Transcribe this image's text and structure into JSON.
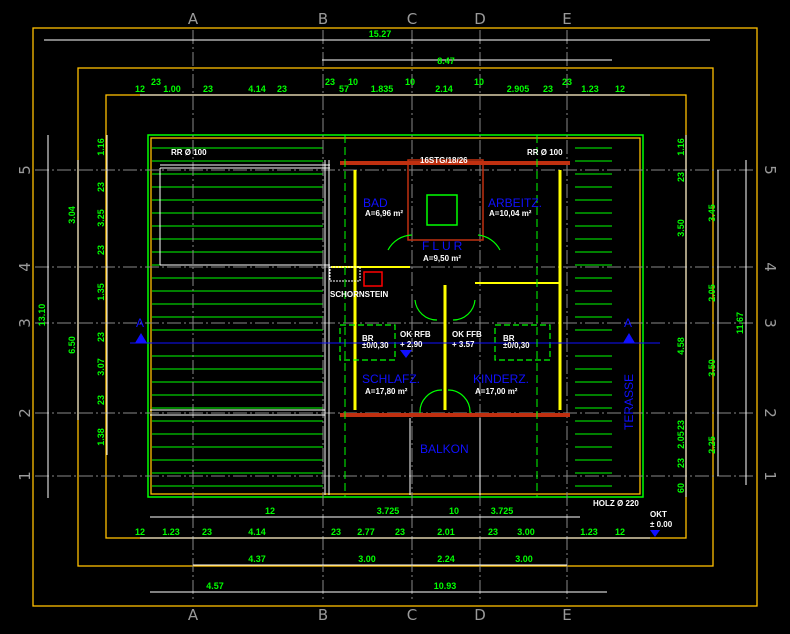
{
  "drawing": {
    "axes_columns": [
      "A",
      "B",
      "C",
      "D",
      "E"
    ],
    "axes_rows": [
      "5",
      "4",
      "3",
      "2",
      "1"
    ],
    "top_dims": {
      "overall": "15.27",
      "middle": "8.47",
      "chain": [
        "12",
        "23",
        "1.00",
        "23",
        "4.14",
        "23",
        "23",
        "57",
        "10",
        "1.835",
        "10",
        "2.14",
        "10",
        "2.905",
        "23",
        "23",
        "1.23",
        "12"
      ]
    },
    "bottom_dims": {
      "row1": [
        "12",
        "3.725",
        "10",
        "3.725"
      ],
      "row2": [
        "12",
        "1.23",
        "23",
        "4.14",
        "23",
        "2.77",
        "23",
        "2.01",
        "23",
        "3.00",
        "1.23",
        "12"
      ],
      "row3": [
        "4.37",
        "3.00",
        "2.24",
        "3.00"
      ],
      "row4": [
        "4.57",
        "10.93"
      ]
    },
    "left_dims": {
      "overall": "13.10",
      "outer": [
        "3.04",
        "6.50"
      ],
      "chain": [
        "1.16",
        "23",
        "3.25",
        "23",
        "1.35",
        "23",
        "3.07",
        "23",
        "1.38"
      ]
    },
    "right_dims": {
      "overall": "11.67",
      "outer": [
        "3.45",
        "2.05",
        "3.50",
        "2.25"
      ],
      "chain": [
        "1.16",
        "23",
        "3.50",
        "4.58",
        "23",
        "2.05",
        "23",
        "60"
      ]
    },
    "rooms": [
      {
        "name": "BAD",
        "area": "A=6,96 m²"
      },
      {
        "name": "ARBEITZ.",
        "area": "A=10,04 m²"
      },
      {
        "name": "FLUR",
        "area": "A=9,50 m²"
      },
      {
        "name": "SCHLAFZ.",
        "area": "A=17,80 m²"
      },
      {
        "name": "KINDERZ.",
        "area": "A=17,00 m²"
      },
      {
        "name": "BALKON"
      },
      {
        "name": "TERASSE"
      }
    ],
    "notes": {
      "rr_left": "RR Ø 100",
      "rr_right": "RR Ø 100",
      "stair": "16STG/18/26",
      "chimney": "SCHORNSTEIN",
      "ok_rfb": "OK RFB",
      "ok_rfb_val": "+ 2.90",
      "ok_ffb": "OK FFB",
      "ok_ffb_val": "+ 3.57",
      "holz": "HOLZ Ø 220",
      "okt": "OKT",
      "okt_val": "± 0.00",
      "section": "A",
      "br": "BR",
      "br_val": "±0/0,30"
    }
  }
}
